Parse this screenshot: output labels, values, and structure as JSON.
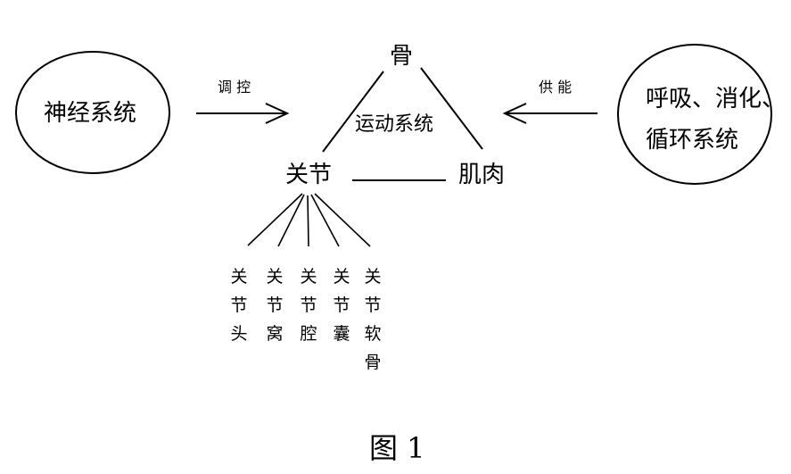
{
  "nodes": {
    "nervous": "神经系统",
    "support_line1": "呼吸、消化、",
    "support_line2": "循环系统",
    "bone": "骨",
    "motion": "运动系统",
    "joint": "关节",
    "muscle": "肌肉"
  },
  "edges": {
    "regulate": "调 控",
    "supply": "供 能"
  },
  "joint_parts": [
    "关节头",
    "关节窝",
    "关节腔",
    "关节囊",
    "关节软骨"
  ],
  "caption": "图 1"
}
